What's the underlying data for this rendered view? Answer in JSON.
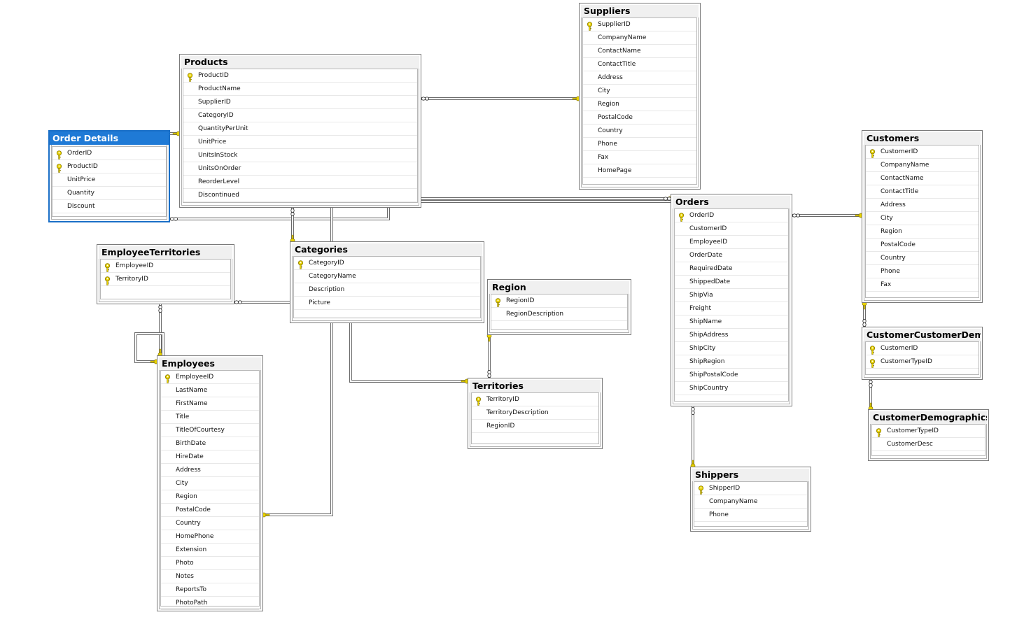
{
  "diagram": {
    "tables": [
      {
        "id": "products",
        "title": "Products",
        "columns": [
          {
            "name": "ProductID",
            "pk": true
          },
          {
            "name": "ProductName"
          },
          {
            "name": "SupplierID"
          },
          {
            "name": "CategoryID"
          },
          {
            "name": "QuantityPerUnit"
          },
          {
            "name": "UnitPrice"
          },
          {
            "name": "UnitsInStock"
          },
          {
            "name": "UnitsOnOrder"
          },
          {
            "name": "ReorderLevel"
          },
          {
            "name": "Discontinued"
          }
        ]
      },
      {
        "id": "suppliers",
        "title": "Suppliers",
        "columns": [
          {
            "name": "SupplierID",
            "pk": true
          },
          {
            "name": "CompanyName"
          },
          {
            "name": "ContactName"
          },
          {
            "name": "ContactTitle"
          },
          {
            "name": "Address"
          },
          {
            "name": "City"
          },
          {
            "name": "Region"
          },
          {
            "name": "PostalCode"
          },
          {
            "name": "Country"
          },
          {
            "name": "Phone"
          },
          {
            "name": "Fax"
          },
          {
            "name": "HomePage"
          }
        ]
      },
      {
        "id": "order-details",
        "title": "Order Details",
        "selected": true,
        "columns": [
          {
            "name": "OrderID",
            "pk": true
          },
          {
            "name": "ProductID",
            "pk": true
          },
          {
            "name": "UnitPrice"
          },
          {
            "name": "Quantity"
          },
          {
            "name": "Discount"
          }
        ]
      },
      {
        "id": "customers",
        "title": "Customers",
        "columns": [
          {
            "name": "CustomerID",
            "pk": true
          },
          {
            "name": "CompanyName"
          },
          {
            "name": "ContactName"
          },
          {
            "name": "ContactTitle"
          },
          {
            "name": "Address"
          },
          {
            "name": "City"
          },
          {
            "name": "Region"
          },
          {
            "name": "PostalCode"
          },
          {
            "name": "Country"
          },
          {
            "name": "Phone"
          },
          {
            "name": "Fax"
          }
        ]
      },
      {
        "id": "orders",
        "title": "Orders",
        "columns": [
          {
            "name": "OrderID",
            "pk": true
          },
          {
            "name": "CustomerID"
          },
          {
            "name": "EmployeeID"
          },
          {
            "name": "OrderDate"
          },
          {
            "name": "RequiredDate"
          },
          {
            "name": "ShippedDate"
          },
          {
            "name": "ShipVia"
          },
          {
            "name": "Freight"
          },
          {
            "name": "ShipName"
          },
          {
            "name": "ShipAddress"
          },
          {
            "name": "ShipCity"
          },
          {
            "name": "ShipRegion"
          },
          {
            "name": "ShipPostalCode"
          },
          {
            "name": "ShipCountry"
          }
        ]
      },
      {
        "id": "employee-territories",
        "title": "EmployeeTerritories",
        "columns": [
          {
            "name": "EmployeeID",
            "pk": true
          },
          {
            "name": "TerritoryID",
            "pk": true
          }
        ]
      },
      {
        "id": "categories",
        "title": "Categories",
        "columns": [
          {
            "name": "CategoryID",
            "pk": true
          },
          {
            "name": "CategoryName"
          },
          {
            "name": "Description"
          },
          {
            "name": "Picture"
          }
        ]
      },
      {
        "id": "region",
        "title": "Region",
        "columns": [
          {
            "name": "RegionID",
            "pk": true
          },
          {
            "name": "RegionDescription"
          }
        ]
      },
      {
        "id": "customer-customer-demo",
        "title": "CustomerCustomerDemo",
        "columns": [
          {
            "name": "CustomerID",
            "pk": true
          },
          {
            "name": "CustomerTypeID",
            "pk": true
          }
        ]
      },
      {
        "id": "employees",
        "title": "Employees",
        "columns": [
          {
            "name": "EmployeeID",
            "pk": true
          },
          {
            "name": "LastName"
          },
          {
            "name": "FirstName"
          },
          {
            "name": "Title"
          },
          {
            "name": "TitleOfCourtesy"
          },
          {
            "name": "BirthDate"
          },
          {
            "name": "HireDate"
          },
          {
            "name": "Address"
          },
          {
            "name": "City"
          },
          {
            "name": "Region"
          },
          {
            "name": "PostalCode"
          },
          {
            "name": "Country"
          },
          {
            "name": "HomePhone"
          },
          {
            "name": "Extension"
          },
          {
            "name": "Photo"
          },
          {
            "name": "Notes"
          },
          {
            "name": "ReportsTo"
          },
          {
            "name": "PhotoPath"
          }
        ]
      },
      {
        "id": "territories",
        "title": "Territories",
        "columns": [
          {
            "name": "TerritoryID",
            "pk": true
          },
          {
            "name": "TerritoryDescription"
          },
          {
            "name": "RegionID"
          }
        ]
      },
      {
        "id": "customer-demographics",
        "title": "CustomerDemographics",
        "columns": [
          {
            "name": "CustomerTypeID",
            "pk": true
          },
          {
            "name": "CustomerDesc"
          }
        ]
      },
      {
        "id": "shippers",
        "title": "Shippers",
        "columns": [
          {
            "name": "ShipperID",
            "pk": true
          },
          {
            "name": "CompanyName"
          },
          {
            "name": "Phone"
          }
        ]
      }
    ],
    "relationships": [
      {
        "from": "products",
        "to": "suppliers"
      },
      {
        "from": "order-details",
        "to": "products"
      },
      {
        "from": "order-details",
        "to": "orders"
      },
      {
        "from": "products",
        "to": "categories"
      },
      {
        "from": "employee-territories",
        "to": "employees"
      },
      {
        "from": "employee-territories",
        "to": "territories"
      },
      {
        "from": "employees",
        "to": "employees"
      },
      {
        "from": "orders",
        "to": "employees"
      },
      {
        "from": "territories",
        "to": "region"
      },
      {
        "from": "orders",
        "to": "customers"
      },
      {
        "from": "customer-customer-demo",
        "to": "customers"
      },
      {
        "from": "customer-customer-demo",
        "to": "customer-demographics"
      },
      {
        "from": "orders",
        "to": "shippers"
      }
    ],
    "colors": {
      "connector": "#6a6a6a",
      "key": "#e8d200",
      "key_outline": "#8a7a00",
      "selected": "#1f7ad6",
      "title_bg": "#f0f0f0"
    },
    "icons": {
      "primary_key": "key-icon",
      "one_end": "key-icon",
      "many_end": "infinity-icon"
    }
  }
}
